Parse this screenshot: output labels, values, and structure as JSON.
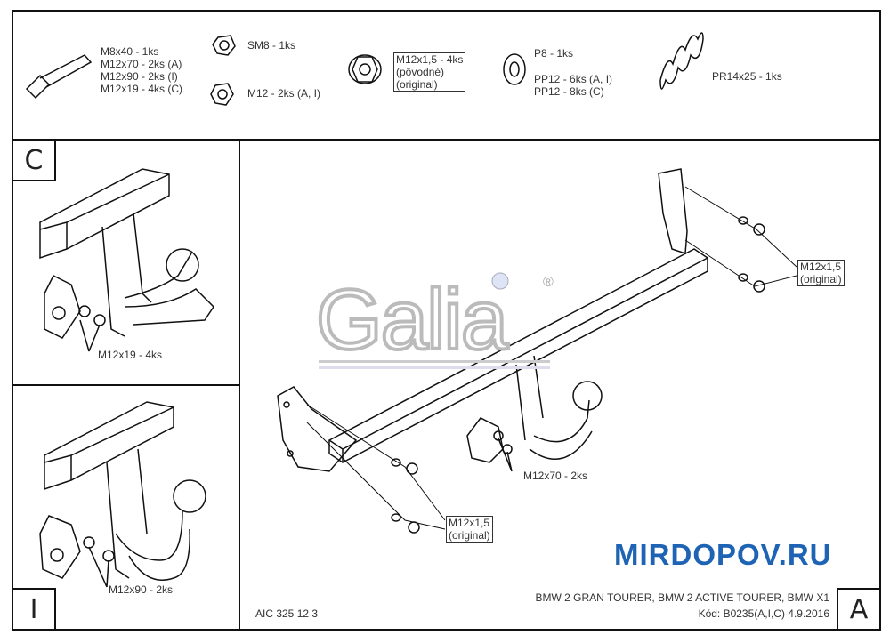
{
  "parts": {
    "bolt": [
      "M8x40 - 1ks",
      "M12x70 - 2ks (A)",
      "M12x90 - 2ks (I)",
      "M12x19 - 4ks (C)"
    ],
    "sm8": "SM8 - 1ks",
    "m12": "M12 - 2ks (A, I)",
    "flange_nut": [
      "M12x1,5 - 4ks",
      "(pôvodné)",
      "(original)"
    ],
    "washer": [
      "P8 - 1ks",
      "PP12 - 6ks (A, I)",
      "PP12 - 8ks (C)"
    ],
    "spring": "PR14x25 - 1ks"
  },
  "panel_c": {
    "letter": "C",
    "callout": "M12x19 - 4ks"
  },
  "panel_i": {
    "letter": "I",
    "callout": "M12x90 - 2ks"
  },
  "panel_a": {
    "letter": "A",
    "callout_top": [
      "M12x1,5",
      "(original)"
    ],
    "callout_bottom": [
      "M12x1,5",
      "(original)"
    ],
    "callout_bolt": "M12x70 - 2ks"
  },
  "logo": {
    "text": "Galia",
    "mark": "®"
  },
  "footer": {
    "code_left": "AIC 325 12 3",
    "vehicles": "BMW 2 GRAN TOURER, BMW 2 ACTIVE TOURER, BMW X1",
    "kod": "Kód: B0235(A,I,C) 4.9.2016"
  },
  "watermark": "MIRDOPOV.RU"
}
